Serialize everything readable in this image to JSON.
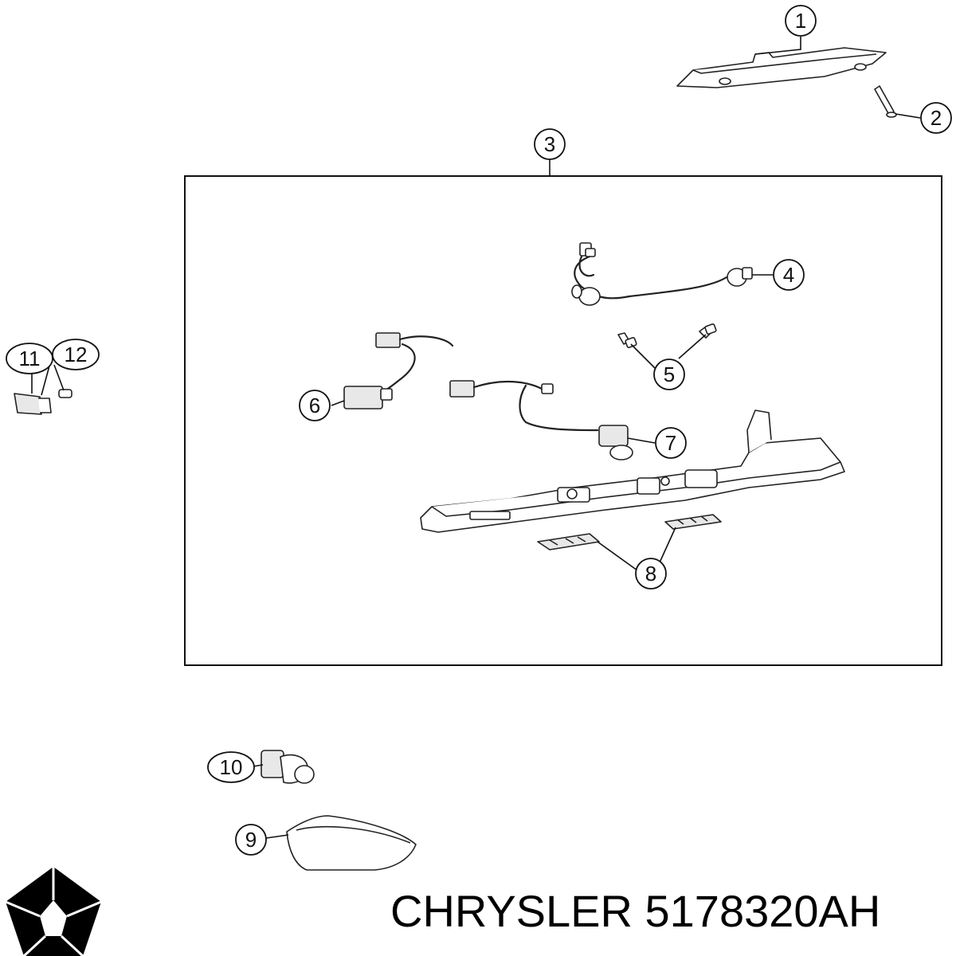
{
  "callouts": [
    {
      "id": "1",
      "label": "1"
    },
    {
      "id": "2",
      "label": "2"
    },
    {
      "id": "3",
      "label": "3"
    },
    {
      "id": "4",
      "label": "4"
    },
    {
      "id": "5",
      "label": "5"
    },
    {
      "id": "6",
      "label": "6"
    },
    {
      "id": "7",
      "label": "7"
    },
    {
      "id": "8",
      "label": "8"
    },
    {
      "id": "9",
      "label": "9"
    },
    {
      "id": "10",
      "label": "10"
    },
    {
      "id": "11",
      "label": "11"
    },
    {
      "id": "12",
      "label": "12"
    }
  ],
  "footer": {
    "brand": "CHRYSLER",
    "part_number": "5178320AH",
    "text": "CHRYSLER 5178320AH",
    "logo_icon": "pentastar-logo-icon"
  }
}
